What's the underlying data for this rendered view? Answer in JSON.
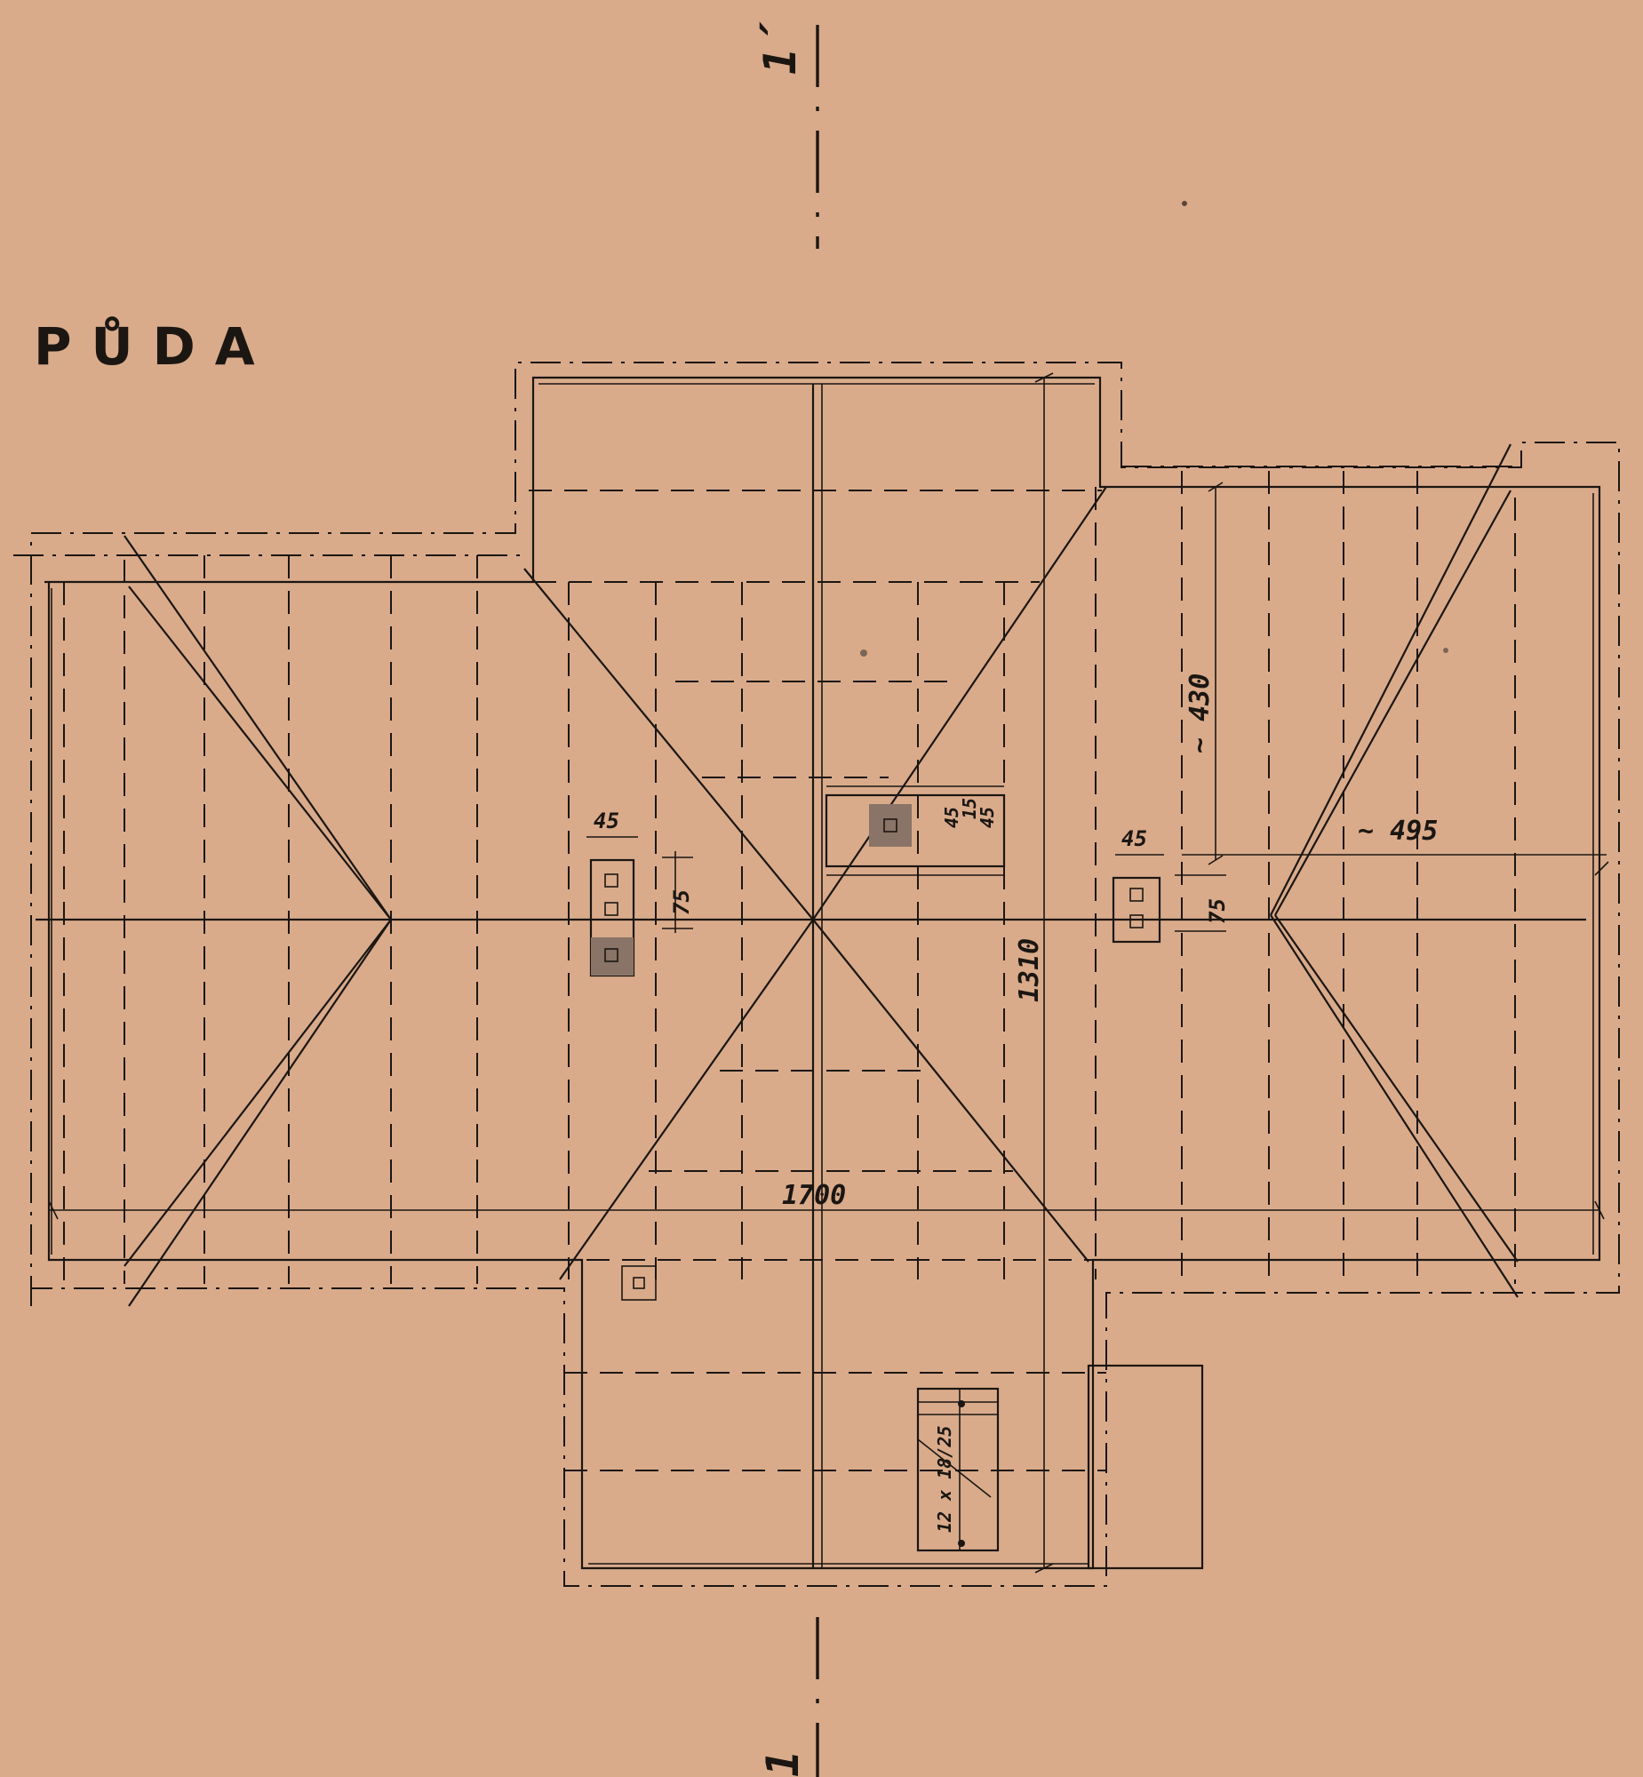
{
  "drawing": {
    "title": "PŮDA",
    "section_marker_top": "1´",
    "section_marker_bottom": "1"
  },
  "dimensions": {
    "overall_length": "1700",
    "overall_depth": "1310",
    "wing_depth_right": "~ 430",
    "wing_width_right": "~ 495",
    "chimney_left_width": "45",
    "chimney_left_offset": "75",
    "chimney_center_a": "45",
    "chimney_center_b": "15",
    "chimney_center_c": "45",
    "chimney_right_width": "45",
    "chimney_right_offset": "75",
    "stair": "12 x 18/25"
  }
}
